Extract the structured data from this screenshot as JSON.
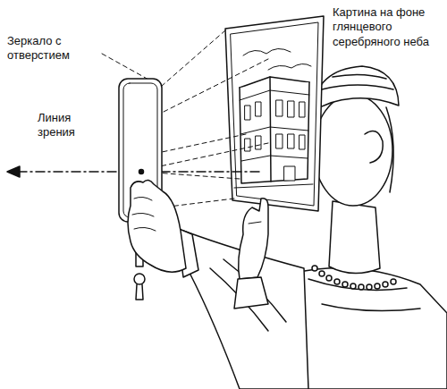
{
  "diagram": {
    "labels": [
      "Зеркало с отверстием",
      "Линия зрения",
      "Картина на фоне глянцевого серебряного неба"
    ]
  }
}
